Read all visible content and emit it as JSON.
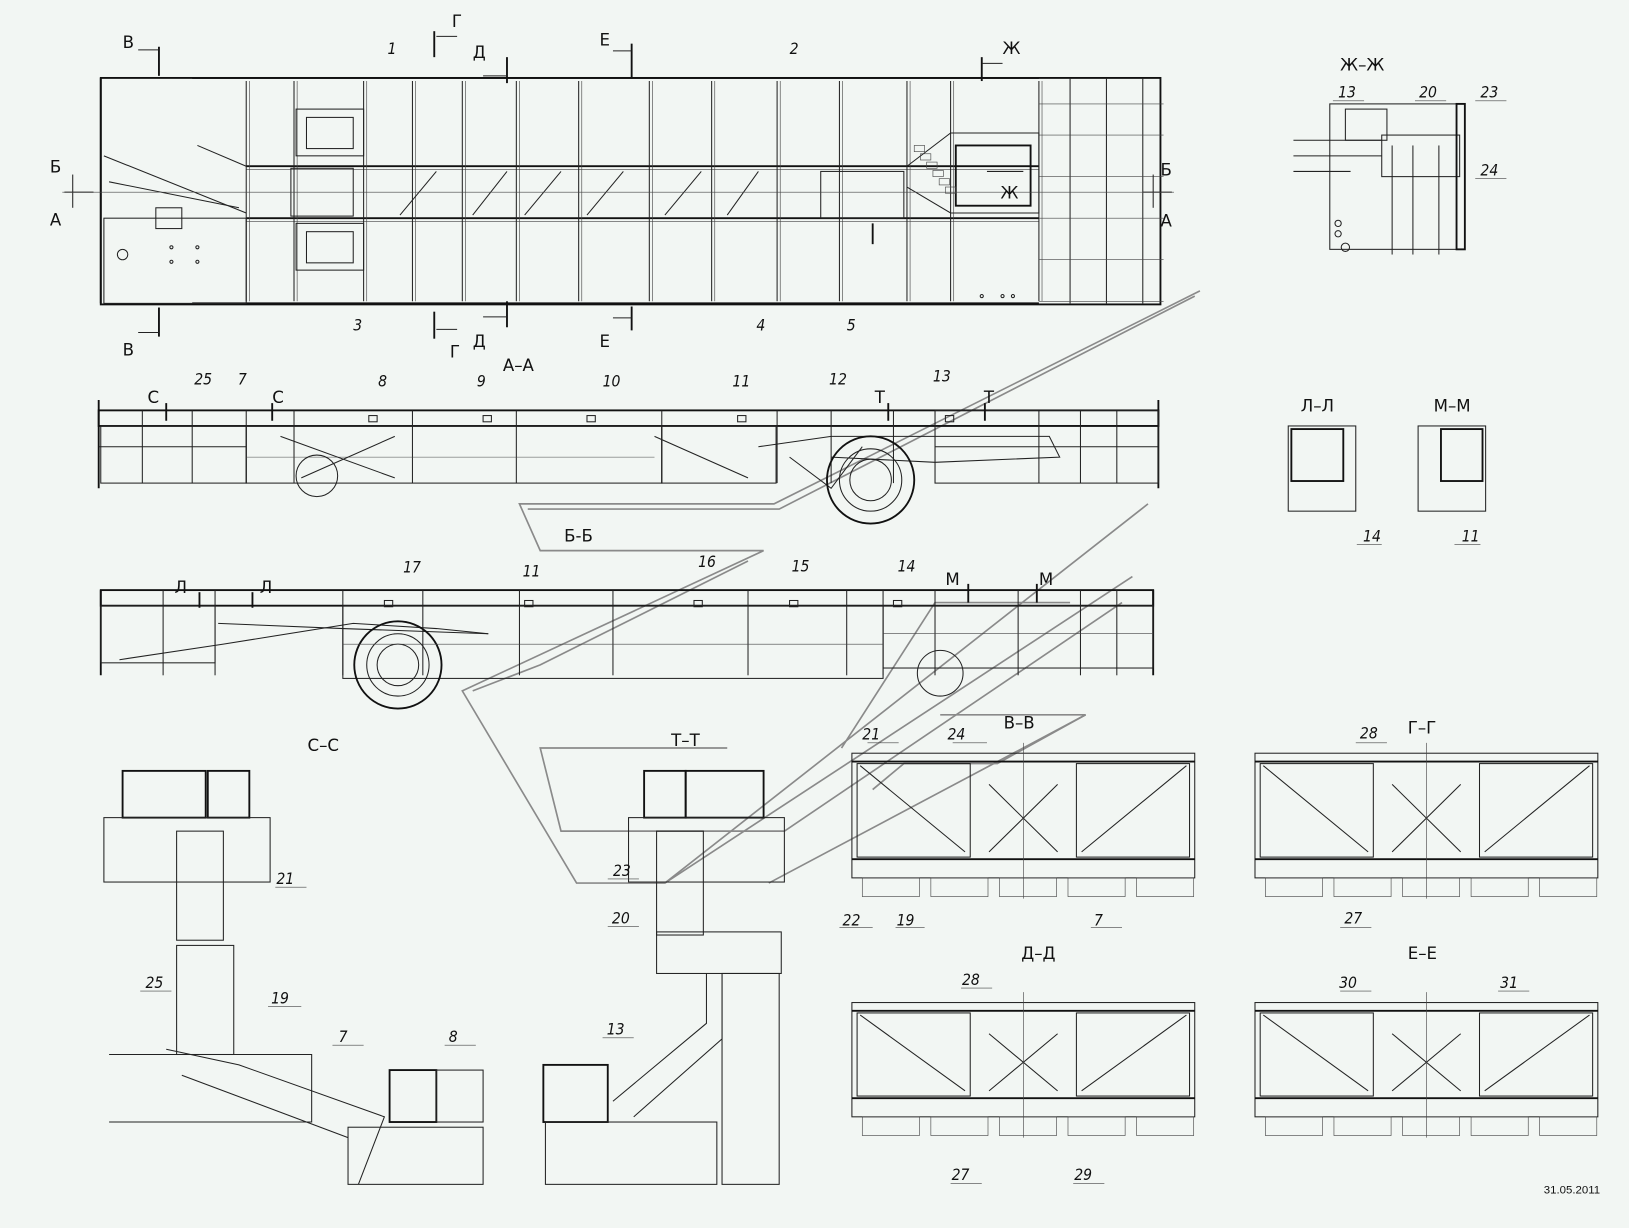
{
  "drawing": {
    "plan_view": {
      "section_marks": [
        "В",
        "В",
        "Г",
        "Г",
        "Д",
        "Д",
        "Е",
        "Е",
        "Ж",
        "Ж",
        "Б",
        "А",
        "Б",
        "А"
      ],
      "part_numbers": [
        "1",
        "2",
        "3",
        "4",
        "5"
      ]
    },
    "view_a_a": {
      "title": "А–А",
      "section_marks": [
        "С",
        "С",
        "Т",
        "Т"
      ],
      "part_numbers": [
        "25",
        "7",
        "8",
        "9",
        "10",
        "11",
        "12",
        "13"
      ]
    },
    "view_b_b": {
      "title": "Б-Б",
      "section_marks": [
        "Л",
        "Л",
        "М",
        "М"
      ],
      "part_numbers": [
        "17",
        "11",
        "16",
        "15",
        "14"
      ]
    },
    "view_zh_zh": {
      "title": "Ж–Ж",
      "part_numbers": [
        "13",
        "20",
        "23",
        "24"
      ]
    },
    "view_l_l": {
      "title": "Л–Л",
      "part_numbers": [
        "14"
      ]
    },
    "view_m_m": {
      "title": "М–М",
      "part_numbers": [
        "11"
      ]
    },
    "view_s_s": {
      "title": "С–С",
      "part_numbers": [
        "21",
        "25",
        "19",
        "7",
        "8"
      ]
    },
    "view_t_t": {
      "title": "Т–Т",
      "part_numbers": [
        "23",
        "20",
        "13"
      ]
    },
    "view_v_v": {
      "title": "В–В",
      "part_numbers": [
        "21",
        "24",
        "22",
        "19",
        "7"
      ]
    },
    "view_g_g": {
      "title": "Г–Г",
      "part_numbers": [
        "28",
        "27"
      ]
    },
    "view_d_d": {
      "title": "Д–Д",
      "part_numbers": [
        "28",
        "27",
        "29"
      ]
    },
    "view_e_e": {
      "title": "Е–Е",
      "part_numbers": [
        "30",
        "31"
      ]
    },
    "date": "31.05.2011"
  }
}
